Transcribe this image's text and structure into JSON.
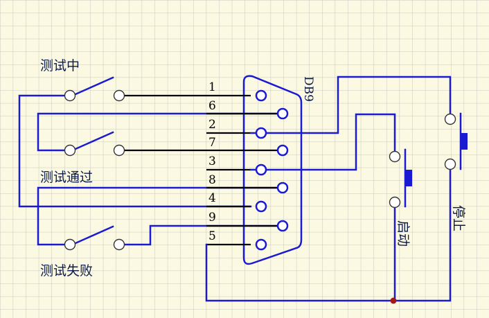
{
  "connector": {
    "name": "DB9",
    "pins": [
      "1",
      "6",
      "2",
      "7",
      "3",
      "8",
      "4",
      "9",
      "5"
    ]
  },
  "labels": {
    "testing": "测试中",
    "passed": "测试通过",
    "failed": "测试失败",
    "start": "启动",
    "stop": "停止"
  },
  "colors": {
    "background": "#fbf9e2",
    "grid": "#c8c8c0",
    "wire": "#1a1ad2",
    "junction": "#a01818"
  }
}
